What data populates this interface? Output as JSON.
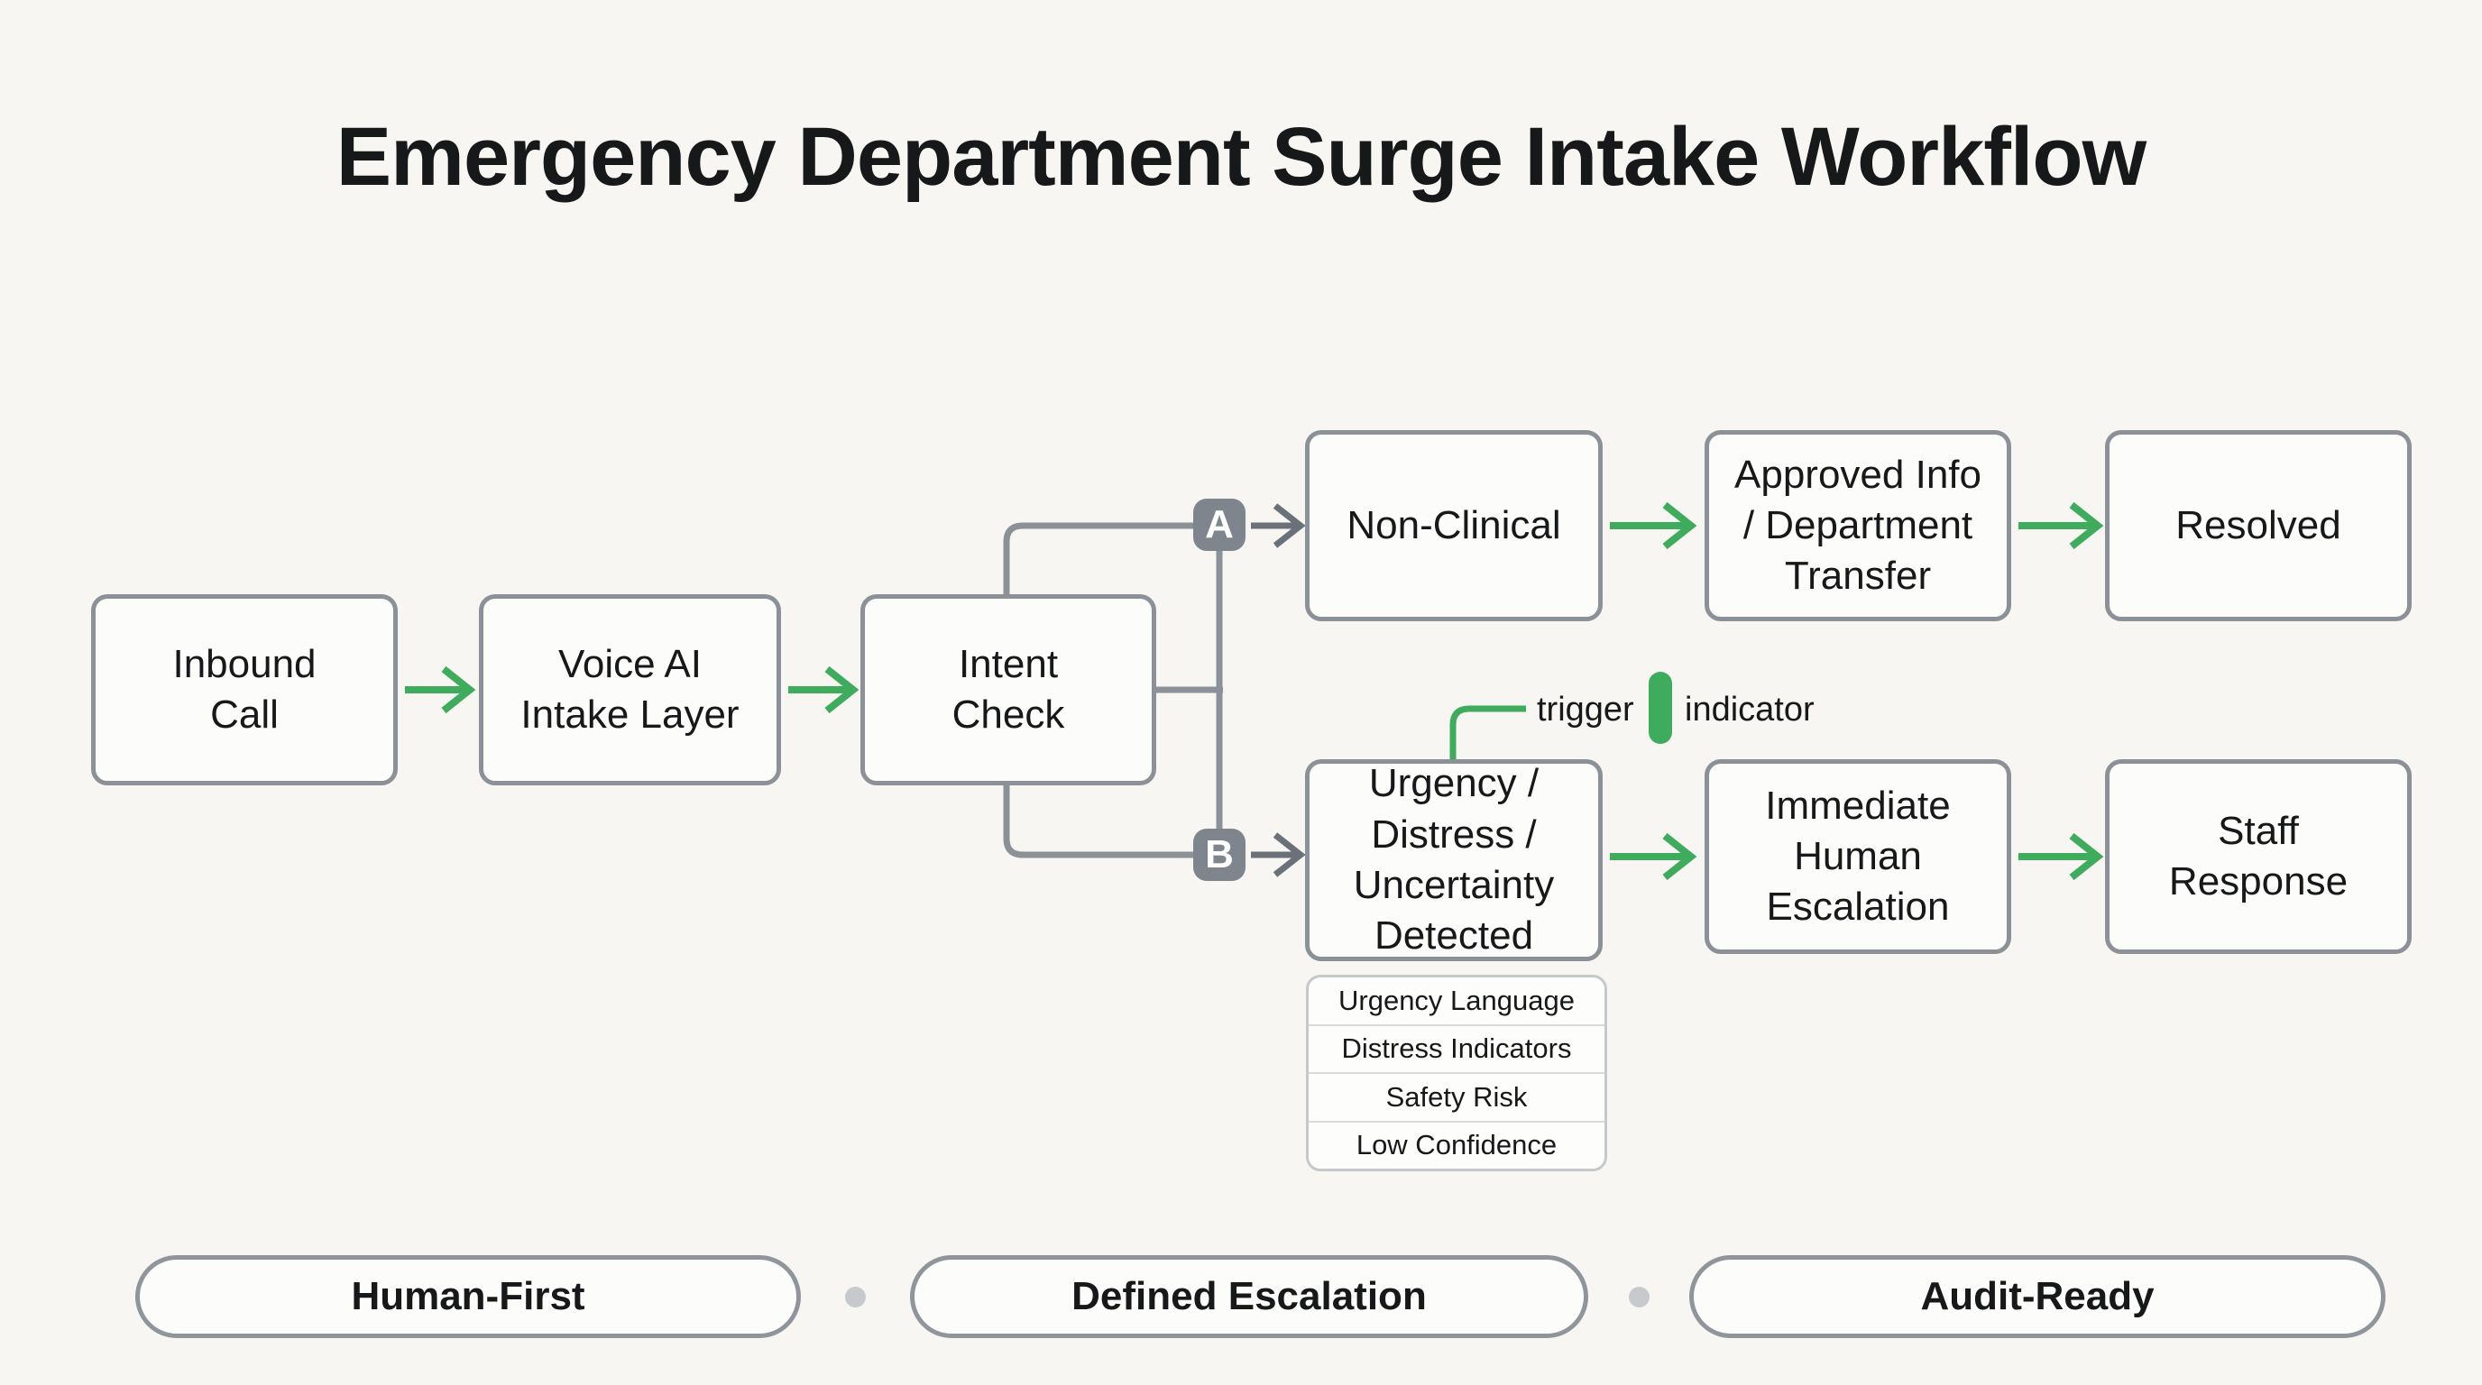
{
  "title": "Emergency Department Surge Intake Workflow",
  "nodes": {
    "inbound_call": {
      "label": "Inbound\nCall"
    },
    "voice_ai_intake": {
      "label": "Voice AI\nIntake Layer"
    },
    "intent_check": {
      "label": "Intent\nCheck"
    },
    "non_clinical": {
      "label": "Non-Clinical"
    },
    "approved_info": {
      "label": "Approved Info\n/ Department\nTransfer"
    },
    "resolved": {
      "label": "Resolved"
    },
    "urgency_detected": {
      "label": "Urgency /\nDistress /\nUncertainty\nDetected"
    },
    "immediate_escalation": {
      "label": "Immediate\nHuman\nEscalation"
    },
    "staff_response": {
      "label": "Staff\nResponse"
    }
  },
  "branch_labels": {
    "a": "A",
    "b": "B"
  },
  "legend": {
    "trigger_label": "trigger",
    "indicator_label": "indicator"
  },
  "escalation_triggers": [
    "Urgency Language",
    "Distress Indicators",
    "Safety Risk",
    "Low Confidence"
  ],
  "footer_badges": [
    {
      "label": "Human-First"
    },
    {
      "label": "Defined Escalation"
    },
    {
      "label": "Audit-Ready"
    }
  ],
  "colors": {
    "background": "#f7f6f3",
    "green_accent": "#3eac5c",
    "line_gray": "#8b9197",
    "badge_gray": "#7e858d",
    "arrow_gray": "#6a7179",
    "text": "#17181a"
  }
}
